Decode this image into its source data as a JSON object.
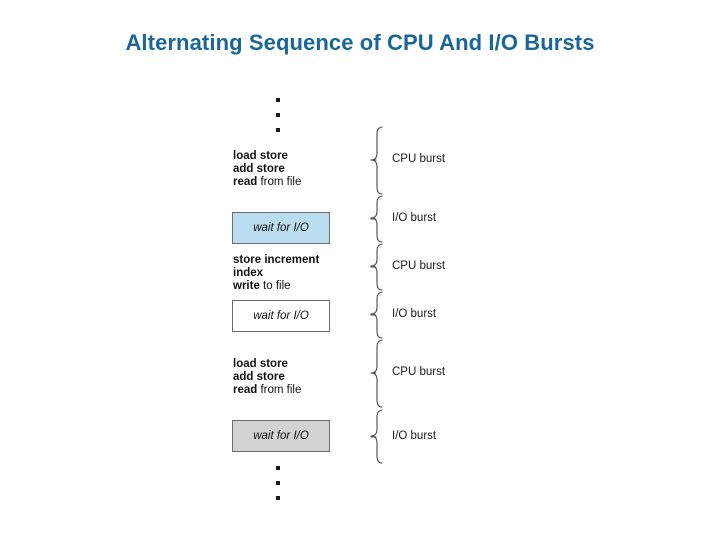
{
  "title": "Alternating Sequence of CPU And I/O Bursts",
  "colors": {
    "title": "#1a6698",
    "io_box_1_fill": "#b9dcef",
    "io_box_2_fill": "#ffffff",
    "io_box_3_fill": "#d2d2d2",
    "box_border": "#6d6d6d",
    "text": "#131313",
    "background": "#ffffff"
  },
  "diagram": {
    "ellipsis_top": "· · ·",
    "ellipsis_bottom": "· · ·",
    "code_blocks": [
      {
        "id": "code-1",
        "lines": [
          {
            "bold": "load store",
            "regular": ""
          },
          {
            "bold": "add store",
            "regular": ""
          },
          {
            "bold": "read",
            "regular": " from file"
          }
        ]
      },
      {
        "id": "code-2",
        "lines": [
          {
            "bold": "store increment",
            "regular": ""
          },
          {
            "bold": "index",
            "regular": ""
          },
          {
            "bold": "write",
            "regular": " to file"
          }
        ]
      },
      {
        "id": "code-3",
        "lines": [
          {
            "bold": "load store",
            "regular": ""
          },
          {
            "bold": "add store",
            "regular": ""
          },
          {
            "bold": "read",
            "regular": " from file"
          }
        ]
      }
    ],
    "io_boxes": [
      {
        "id": "io-box-1",
        "label": "wait for I/O",
        "fill": "#b9dcef"
      },
      {
        "id": "io-box-2",
        "label": "wait for I/O",
        "fill": "#ffffff"
      },
      {
        "id": "io-box-3",
        "label": "wait for I/O",
        "fill": "#d2d2d2"
      }
    ],
    "burst_labels": [
      {
        "id": "burst-1",
        "text": "CPU burst"
      },
      {
        "id": "burst-2",
        "text": "I/O burst"
      },
      {
        "id": "burst-3",
        "text": "CPU burst"
      },
      {
        "id": "burst-4",
        "text": "I/O burst"
      },
      {
        "id": "burst-5",
        "text": "CPU burst"
      },
      {
        "id": "burst-6",
        "text": "I/O burst"
      }
    ]
  }
}
